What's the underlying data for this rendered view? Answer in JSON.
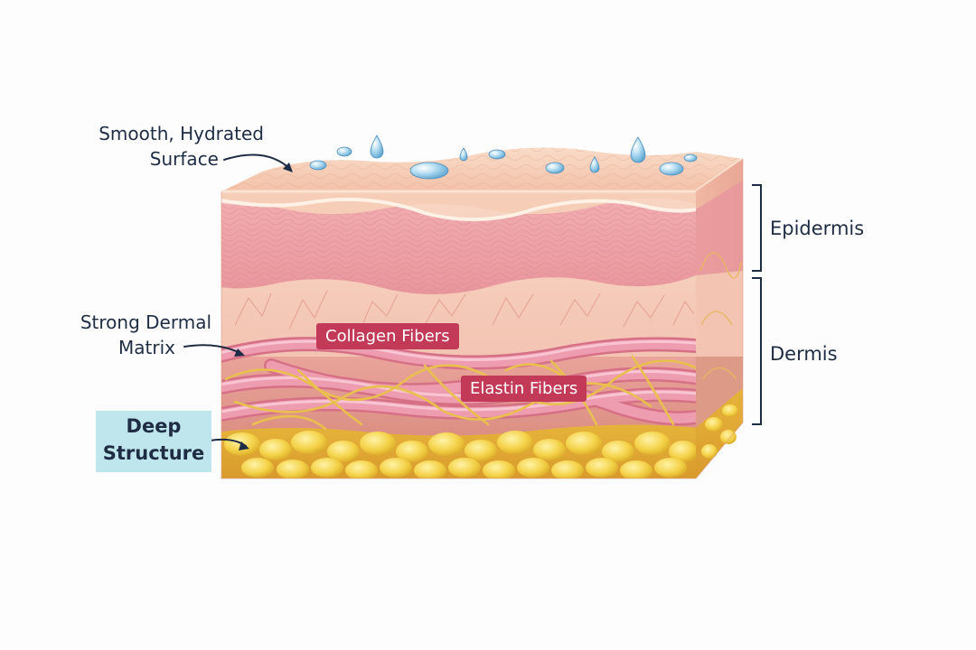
{
  "labels": {
    "surface_line1": "Smooth, Hydrated",
    "surface_line2": "Surface",
    "matrix_line1": "Strong Dermal",
    "matrix_line2": "Matrix",
    "deep_line1": "Deep",
    "deep_line2": "Structure",
    "epidermis": "Epidermis",
    "dermis": "Dermis",
    "collagen": "Collagen Fibers",
    "elastin": "Elastin Fibers"
  },
  "colors": {
    "tag_background": "#c23a58",
    "deep_background": "#bfe6ec",
    "ink": "#1f2d44",
    "fat": "#f2cf3a",
    "collagen": "#e28aa0",
    "elastin": "#e9c05a",
    "epidermis": "#efa5a8",
    "surface": "#f7d3bd"
  }
}
